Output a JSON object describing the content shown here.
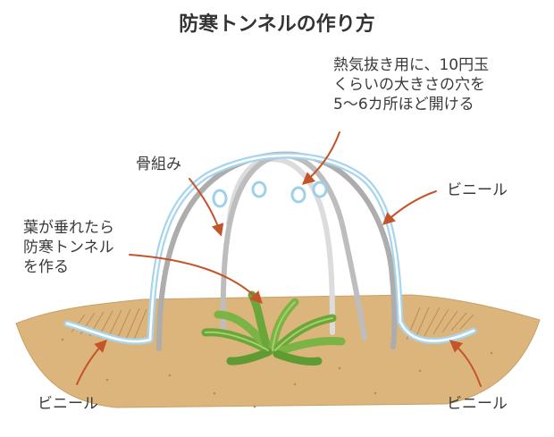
{
  "title": "防寒トンネルの作り方",
  "labels": {
    "vent_note": "熱気抜き用に、10円玉\nくらいの大きさの穴を\n5〜6カ所ほど開ける",
    "frame": "骨組み",
    "vinyl_right": "ビニール",
    "leaves_note": "葉が垂れたら\n防寒トンネル\nを作る",
    "vinyl_bottom_left": "ビニール",
    "vinyl_bottom_right": "ビニール"
  },
  "colors": {
    "soil": "#d9b27a",
    "soil_shadow": "#a87c4c",
    "vinyl": "#9fd0ea",
    "frame_front": "#b3b3b3",
    "frame_back": "#d6d6d6",
    "plant": "#6aa63a",
    "plant_light": "#a6cf6a",
    "arrow": "#c4542a",
    "text": "#3a3a3a"
  }
}
